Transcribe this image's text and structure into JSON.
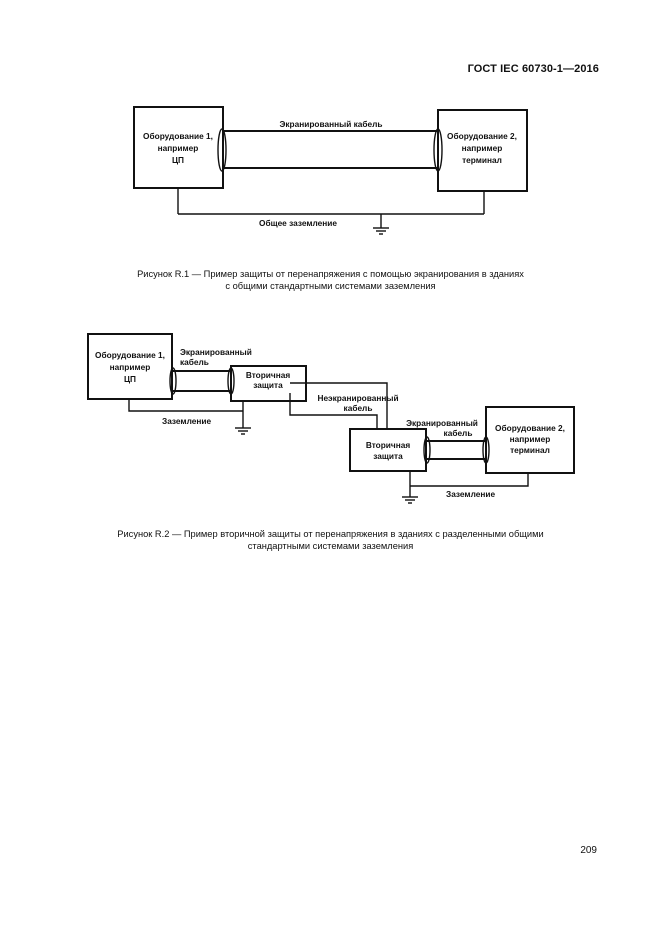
{
  "header": {
    "standard": "ГОСТ IEC 60730-1—2016"
  },
  "figure1": {
    "equipment1": [
      "Оборудование 1,",
      "например",
      "ЦП"
    ],
    "equipment2": [
      "Оборудование 2,",
      "например",
      "терминал"
    ],
    "cable_label": "Экранированный кабель",
    "ground_label": "Общее заземление",
    "caption_line1": "Рисунок R.1 — Пример защиты от перенапряжения с помощью экранирования в зданиях",
    "caption_line2": "с общими стандартными системами заземления"
  },
  "figure2": {
    "equipment1": [
      "Оборудование 1,",
      "например",
      "ЦП"
    ],
    "equipment2": [
      "Оборудование 2,",
      "например",
      "терминал"
    ],
    "secondary1": [
      "Вторичная",
      "защита"
    ],
    "secondary2": [
      "Вторичная",
      "защита"
    ],
    "shielded1": [
      "Экранированный",
      "кабель"
    ],
    "unshielded": [
      "Неэкранированный",
      "кабель"
    ],
    "shielded2": [
      "Экранированный",
      "кабель"
    ],
    "ground1": "Заземление",
    "ground2": "Заземление",
    "caption_line1": "Рисунок R.2 — Пример вторичной защиты от перенапряжения в зданиях с разделенными общими",
    "caption_line2": "стандартными системами заземления"
  },
  "page": {
    "number": "209"
  }
}
